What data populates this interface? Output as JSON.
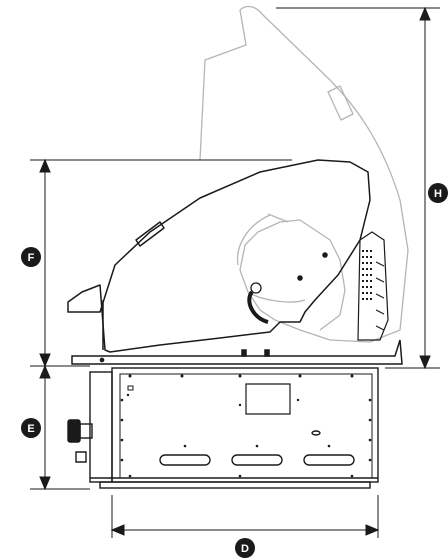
{
  "colors": {
    "line": "#1a1a1a",
    "ghost": "#b5b5b5",
    "badge": "#1a1a1a",
    "badge_text": "#ffffff",
    "background": "#ffffff"
  },
  "dimensions": [
    {
      "id": "F",
      "label": "F"
    },
    {
      "id": "E",
      "label": "E"
    },
    {
      "id": "H",
      "label": "H"
    },
    {
      "id": "D",
      "label": "D"
    }
  ]
}
